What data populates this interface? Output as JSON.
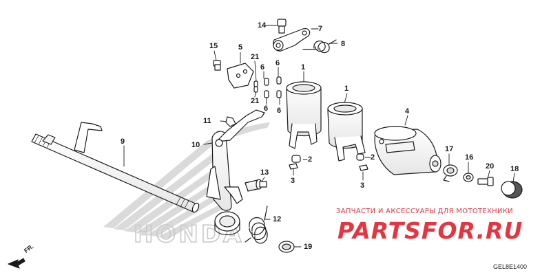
{
  "diagram": {
    "callouts": [
      {
        "id": "14",
        "label": "14"
      },
      {
        "id": "7",
        "label": "7"
      },
      {
        "id": "8",
        "label": "8"
      },
      {
        "id": "15",
        "label": "15"
      },
      {
        "id": "5",
        "label": "5"
      },
      {
        "id": "21a",
        "label": "21"
      },
      {
        "id": "6a",
        "label": "6"
      },
      {
        "id": "6b",
        "label": "6"
      },
      {
        "id": "21b",
        "label": "21"
      },
      {
        "id": "6c",
        "label": "6"
      },
      {
        "id": "6d",
        "label": "6"
      },
      {
        "id": "1a",
        "label": "1"
      },
      {
        "id": "1b",
        "label": "1"
      },
      {
        "id": "4",
        "label": "4"
      },
      {
        "id": "11",
        "label": "11"
      },
      {
        "id": "9",
        "label": "9"
      },
      {
        "id": "10",
        "label": "10"
      },
      {
        "id": "2a",
        "label": "2"
      },
      {
        "id": "2b",
        "label": "2"
      },
      {
        "id": "3a",
        "label": "3"
      },
      {
        "id": "3b",
        "label": "3"
      },
      {
        "id": "17",
        "label": "17"
      },
      {
        "id": "16",
        "label": "16"
      },
      {
        "id": "20",
        "label": "20"
      },
      {
        "id": "18",
        "label": "18"
      },
      {
        "id": "13",
        "label": "13"
      },
      {
        "id": "12",
        "label": "12"
      },
      {
        "id": "19",
        "label": "19"
      }
    ],
    "direction_marker": "FR.",
    "diagram_code": "GEL8E1400",
    "watermark_brand": "HONDA",
    "shop_tagline": "ЗАПЧАСТИ И АКСЕССУАРЫ ДЛЯ МОТОТЕХНИКИ",
    "shop_logo": "PARTSFOR.RU",
    "colors": {
      "line": "#1a1a1a",
      "watermark": "#c9c9c9",
      "shop_red": "#e43540"
    }
  }
}
